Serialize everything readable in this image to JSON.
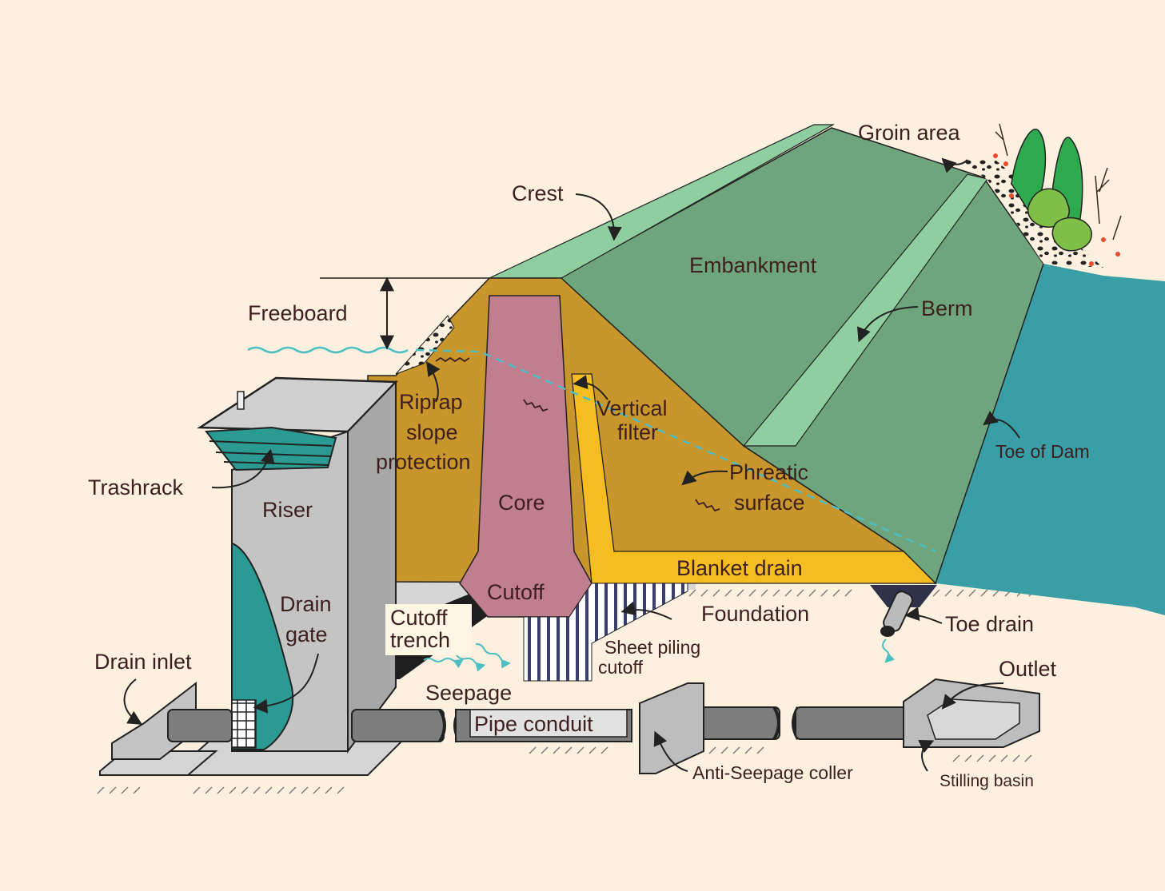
{
  "colors": {
    "background": "#fdf0df",
    "embankment": "#6fa57c",
    "crest": "#8fcf9f",
    "shell": "#c9962c",
    "core": "#c07e8f",
    "blanket_drain": "#f6bd21",
    "water": "#3a9ea7",
    "concrete": "#bdbdbd",
    "outline": "#222222",
    "seepage": "#4dbfc4",
    "label_text": "#3d1f1f"
  },
  "labels": {
    "groin_area": "Groin area",
    "crest": "Crest",
    "embankment": "Embankment",
    "freeboard": "Freeboard",
    "berm": "Berm",
    "riprap": [
      "Riprap",
      "slope",
      "protection"
    ],
    "vertical_filter": [
      "Vertical",
      "filter"
    ],
    "toe_of_dam": "Toe of Dam",
    "trashrack": "Trashrack",
    "phreatic_surface": [
      "Phreatic",
      "surface"
    ],
    "riser": "Riser",
    "core": "Core",
    "blanket_drain": "Blanket drain",
    "cutoff": "Cutoff",
    "foundation": "Foundation",
    "toe_drain": "Toe drain",
    "drain_gate": [
      "Drain",
      "gate"
    ],
    "cutoff_trench": [
      "Cutoff",
      "trench"
    ],
    "sheet_piling_cutoff": [
      "Sheet piling",
      "cutoff"
    ],
    "outlet": "Outlet",
    "drain_inlet": "Drain inlet",
    "seepage": "Seepage",
    "pipe_conduit": "Pipe conduit",
    "anti_seepage": "Anti-Seepage coller",
    "stilling_basin": "Stilling basin"
  }
}
